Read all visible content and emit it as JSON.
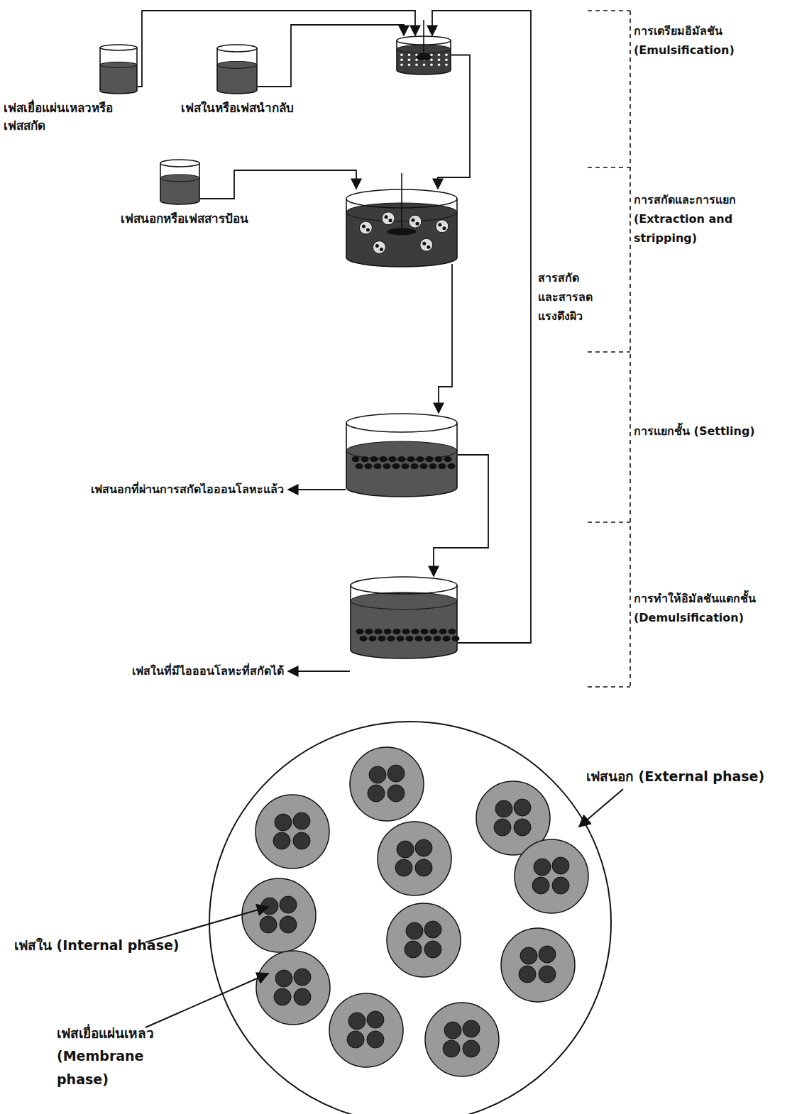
{
  "diagram": {
    "nodes": [
      {
        "text": [
          "เฟสเยื่อแผ่นเหลวหรือ เฟสสกัด"
        ]
      },
      {
        "text": [
          "เฟสในหรือเฟสนำกลับ"
        ]
      },
      {
        "text": []
      },
      {
        "text": [
          "เฟสนอกหรือเฟสสารป้อน"
        ]
      },
      {
        "text": []
      },
      {
        "text": []
      },
      {
        "text": []
      }
    ],
    "edges": [
      {
        "from": 0,
        "to": 2,
        "arrow": "to"
      },
      {
        "from": 1,
        "to": 2,
        "arrow": "to"
      },
      {
        "from": 3,
        "to": 4,
        "arrow": "to"
      },
      {
        "from": 2,
        "to": 4,
        "arrow": "to"
      },
      {
        "from": 4,
        "to": 5,
        "arrow": "to"
      },
      {
        "from": 5,
        "to": 6,
        "arrow": "to"
      },
      {
        "from": 6,
        "to": 2,
        "arrow": "to",
        "label": "สารสกัด และสารลดแรงตึงผิว"
      }
    ],
    "labels": [
      "การเตรียมอิมัลชัน (Emulsification)",
      "การสกัดและการแยก (Extraction and stripping)",
      "การแยกชั้น (Settling)",
      "การทำให้อิมัลชันแตกชั้น (Demulsification)",
      "เฟสนอกที่ผ่านการสกัดไอออนโลหะแล้ว",
      "เฟสในที่มีไอออนโลหะที่สกัดได้",
      "เฟสนอก (External phase)",
      "เฟสใน (Internal phase)",
      "เฟสเยื่อแผ่นเหลว (Membrane phase)"
    ]
  }
}
